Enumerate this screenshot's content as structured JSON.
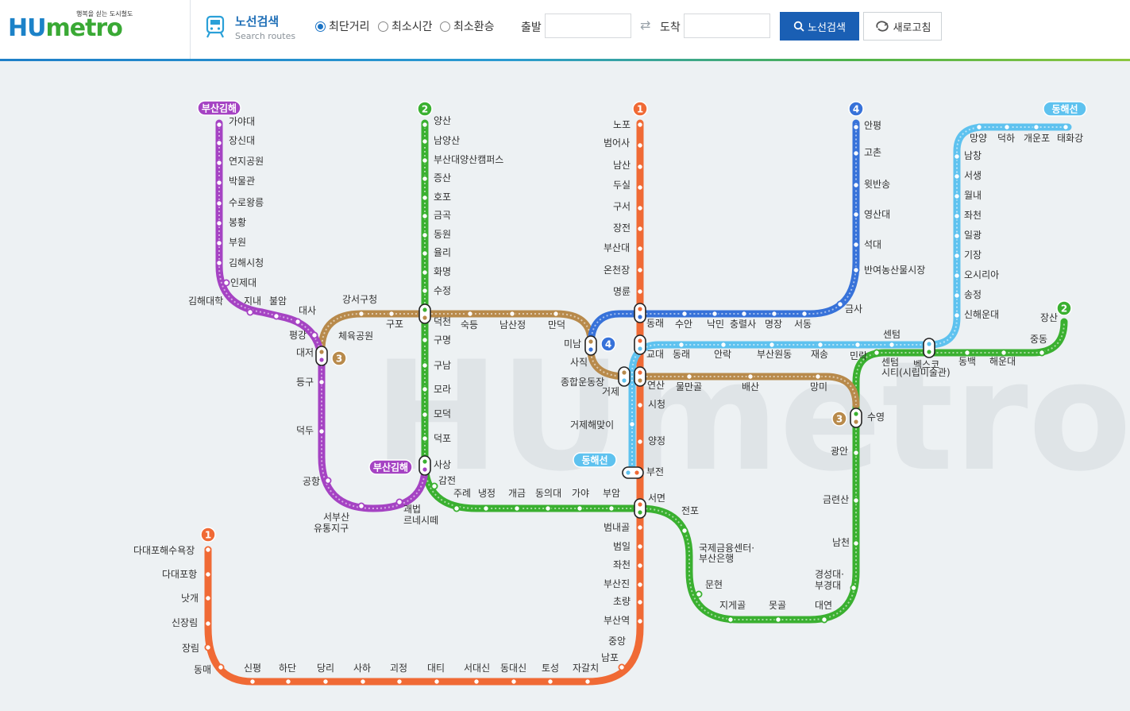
{
  "header": {
    "logo_main": "HUmetro",
    "logo_tag": "행복을 싣는 도시철도",
    "title": "노선검색",
    "subtitle": "Search routes"
  },
  "options": [
    {
      "label": "최단거리",
      "selected": true
    },
    {
      "label": "최소시간",
      "selected": false
    },
    {
      "label": "최소환승",
      "selected": false
    }
  ],
  "search": {
    "from_label": "출발",
    "from_value": "",
    "to_label": "도착",
    "to_value": "",
    "swap_icon": "swap-arrows-icon",
    "search_button": "노선검색",
    "search_icon": "search-icon",
    "reset_button": "새로고침",
    "reset_icon": "refresh-icon"
  },
  "map": {
    "watermark": "HUmetro",
    "colors": {
      "line1": "#f06a35",
      "line2": "#3ab030",
      "line3": "#b88a4b",
      "line4": "#3772d9",
      "donghae": "#5ec2ef",
      "gimhae": "#a543c3"
    },
    "badges": [
      {
        "key": "b2top",
        "text": "2"
      },
      {
        "key": "b1top",
        "text": "1"
      },
      {
        "key": "b4top",
        "text": "4"
      },
      {
        "key": "bdh",
        "text": "동해선"
      },
      {
        "key": "bgim",
        "text": "부산김해"
      },
      {
        "key": "b3",
        "text": "3"
      },
      {
        "key": "b4mid",
        "text": "4"
      },
      {
        "key": "bdh2",
        "text": "동해선"
      },
      {
        "key": "bgim2",
        "text": "부산김해"
      },
      {
        "key": "b1bot",
        "text": "1"
      },
      {
        "key": "b2r",
        "text": "2"
      },
      {
        "key": "b3r",
        "text": "3"
      }
    ],
    "labels": [
      {
        "key": "가야대",
        "text": "가야대"
      },
      {
        "key": "장신대",
        "text": "장신대"
      },
      {
        "key": "연지공원",
        "text": "연지공원"
      },
      {
        "key": "박물관",
        "text": "박물관"
      },
      {
        "key": "수로왕릉",
        "text": "수로왕릉"
      },
      {
        "key": "봉황",
        "text": "봉황"
      },
      {
        "key": "부원",
        "text": "부원"
      },
      {
        "key": "김해시청",
        "text": "김해시청"
      },
      {
        "key": "인제대",
        "text": "인제대"
      },
      {
        "key": "김해대학",
        "text": "김해대학"
      },
      {
        "key": "지내",
        "text": "지내"
      },
      {
        "key": "불암",
        "text": "불암"
      },
      {
        "key": "대사",
        "text": "대사"
      },
      {
        "key": "평강",
        "text": "평강"
      },
      {
        "key": "대저",
        "text": "대저"
      },
      {
        "key": "등구",
        "text": "등구"
      },
      {
        "key": "덕두",
        "text": "덕두"
      },
      {
        "key": "공항",
        "text": "공항"
      },
      {
        "key": "서부산1",
        "text": "서부산"
      },
      {
        "key": "서부산2",
        "text": "유통지구"
      },
      {
        "key": "괘법1",
        "text": "괘법"
      },
      {
        "key": "괘법2",
        "text": "르네시떼"
      },
      {
        "key": "강서구청",
        "text": "강서구청"
      },
      {
        "key": "체육공원",
        "text": "체육공원"
      },
      {
        "key": "구포",
        "text": "구포"
      },
      {
        "key": "양산",
        "text": "양산"
      },
      {
        "key": "남양산",
        "text": "남양산"
      },
      {
        "key": "부산대양산",
        "text": "부산대양산캠퍼스"
      },
      {
        "key": "증산",
        "text": "증산"
      },
      {
        "key": "호포",
        "text": "호포"
      },
      {
        "key": "금곡",
        "text": "금곡"
      },
      {
        "key": "동원",
        "text": "동원"
      },
      {
        "key": "율리",
        "text": "율리"
      },
      {
        "key": "화명",
        "text": "화명"
      },
      {
        "key": "수정",
        "text": "수정"
      },
      {
        "key": "덕천",
        "text": "덕천"
      },
      {
        "key": "숙등",
        "text": "숙등"
      },
      {
        "key": "남산정",
        "text": "남산정"
      },
      {
        "key": "만덕",
        "text": "만덕"
      },
      {
        "key": "구명",
        "text": "구명"
      },
      {
        "key": "구남",
        "text": "구남"
      },
      {
        "key": "모라",
        "text": "모라"
      },
      {
        "key": "모덕",
        "text": "모덕"
      },
      {
        "key": "덕포",
        "text": "덕포"
      },
      {
        "key": "사상",
        "text": "사상"
      },
      {
        "key": "감전",
        "text": "감전"
      },
      {
        "key": "주례",
        "text": "주례"
      },
      {
        "key": "냉정",
        "text": "냉정"
      },
      {
        "key": "개금",
        "text": "개금"
      },
      {
        "key": "동의대",
        "text": "동의대"
      },
      {
        "key": "가야",
        "text": "가야"
      },
      {
        "key": "부암",
        "text": "부암"
      },
      {
        "key": "서면",
        "text": "서면"
      },
      {
        "key": "전포",
        "text": "전포"
      },
      {
        "key": "국제1",
        "text": "국제금융센터·"
      },
      {
        "key": "국제2",
        "text": "부산은행"
      },
      {
        "key": "문현",
        "text": "문현"
      },
      {
        "key": "지게골",
        "text": "지게골"
      },
      {
        "key": "못골",
        "text": "못골"
      },
      {
        "key": "대연",
        "text": "대연"
      },
      {
        "key": "경성1",
        "text": "경성대·"
      },
      {
        "key": "경성2",
        "text": "부경대"
      },
      {
        "key": "남천",
        "text": "남천"
      },
      {
        "key": "금련산",
        "text": "금련산"
      },
      {
        "key": "광안",
        "text": "광안"
      },
      {
        "key": "수영",
        "text": "수영"
      },
      {
        "key": "망미",
        "text": "망미"
      },
      {
        "key": "배산",
        "text": "배산"
      },
      {
        "key": "물만골",
        "text": "물만골"
      },
      {
        "key": "연산",
        "text": "연산"
      },
      {
        "key": "거제",
        "text": "거제"
      },
      {
        "key": "종합운동장",
        "text": "종합운동장"
      },
      {
        "key": "사직",
        "text": "사직"
      },
      {
        "key": "미남",
        "text": "미남"
      },
      {
        "key": "노포",
        "text": "노포"
      },
      {
        "key": "범어사",
        "text": "범어사"
      },
      {
        "key": "남산",
        "text": "남산"
      },
      {
        "key": "두실",
        "text": "두실"
      },
      {
        "key": "구서",
        "text": "구서"
      },
      {
        "key": "장전",
        "text": "장전"
      },
      {
        "key": "부산대",
        "text": "부산대"
      },
      {
        "key": "온천장",
        "text": "온천장"
      },
      {
        "key": "명륜",
        "text": "명륜"
      },
      {
        "key": "동래",
        "text": "동래"
      },
      {
        "key": "교대",
        "text": "교대"
      },
      {
        "key": "시청",
        "text": "시청"
      },
      {
        "key": "양정",
        "text": "양정"
      },
      {
        "key": "부전",
        "text": "부전"
      },
      {
        "key": "범내골",
        "text": "범내골"
      },
      {
        "key": "범일",
        "text": "범일"
      },
      {
        "key": "좌천1",
        "text": "좌천"
      },
      {
        "key": "부산진",
        "text": "부산진"
      },
      {
        "key": "초량",
        "text": "초량"
      },
      {
        "key": "부산역",
        "text": "부산역"
      },
      {
        "key": "중앙",
        "text": "중앙"
      },
      {
        "key": "남포",
        "text": "남포"
      },
      {
        "key": "자갈치",
        "text": "자갈치"
      },
      {
        "key": "토성",
        "text": "토성"
      },
      {
        "key": "동대신",
        "text": "동대신"
      },
      {
        "key": "서대신",
        "text": "서대신"
      },
      {
        "key": "대티",
        "text": "대티"
      },
      {
        "key": "괴정",
        "text": "괴정"
      },
      {
        "key": "사하",
        "text": "사하"
      },
      {
        "key": "당리",
        "text": "당리"
      },
      {
        "key": "하단",
        "text": "하단"
      },
      {
        "key": "신평",
        "text": "신평"
      },
      {
        "key": "동매",
        "text": "동매"
      },
      {
        "key": "장림",
        "text": "장림"
      },
      {
        "key": "신장림",
        "text": "신장림"
      },
      {
        "key": "낫개",
        "text": "낫개"
      },
      {
        "key": "다대포항",
        "text": "다대포항"
      },
      {
        "key": "다대포해수욕장",
        "text": "다대포해수욕장"
      },
      {
        "key": "거제해맞이",
        "text": "거제해맞이"
      },
      {
        "key": "수안",
        "text": "수안"
      },
      {
        "key": "낙민",
        "text": "낙민"
      },
      {
        "key": "충렬사",
        "text": "충렬사"
      },
      {
        "key": "명장",
        "text": "명장"
      },
      {
        "key": "서동",
        "text": "서동"
      },
      {
        "key": "금사",
        "text": "금사"
      },
      {
        "key": "반여",
        "text": "반여농산물시장"
      },
      {
        "key": "석대",
        "text": "석대"
      },
      {
        "key": "영산대",
        "text": "영산대"
      },
      {
        "key": "윗반송",
        "text": "윗반송"
      },
      {
        "key": "고촌",
        "text": "고촌"
      },
      {
        "key": "안평",
        "text": "안평"
      },
      {
        "key": "동래2",
        "text": "동래"
      },
      {
        "key": "안락",
        "text": "안락"
      },
      {
        "key": "부산원동",
        "text": "부산원동"
      },
      {
        "key": "재송",
        "text": "재송"
      },
      {
        "key": "민락",
        "text": "민락"
      },
      {
        "key": "센텀",
        "text": "센텀"
      },
      {
        "key": "벡스코",
        "text": "벡스코"
      },
      {
        "key": "센텀시티1",
        "text": "센텀"
      },
      {
        "key": "센텀시티2",
        "text": "시티(시립미술관)"
      },
      {
        "key": "동백",
        "text": "동백"
      },
      {
        "key": "해운대",
        "text": "해운대"
      },
      {
        "key": "중동",
        "text": "중동"
      },
      {
        "key": "장산",
        "text": "장산"
      },
      {
        "key": "신해운대",
        "text": "신해운대"
      },
      {
        "key": "송정",
        "text": "송정"
      },
      {
        "key": "오시리아",
        "text": "오시리아"
      },
      {
        "key": "기장",
        "text": "기장"
      },
      {
        "key": "일광",
        "text": "일광"
      },
      {
        "key": "좌천2",
        "text": "좌천"
      },
      {
        "key": "월내",
        "text": "월내"
      },
      {
        "key": "서생",
        "text": "서생"
      },
      {
        "key": "남창",
        "text": "남창"
      },
      {
        "key": "망양",
        "text": "망양"
      },
      {
        "key": "덕하",
        "text": "덕하"
      },
      {
        "key": "개운포",
        "text": "개운포"
      },
      {
        "key": "태화강",
        "text": "태화강"
      }
    ]
  }
}
